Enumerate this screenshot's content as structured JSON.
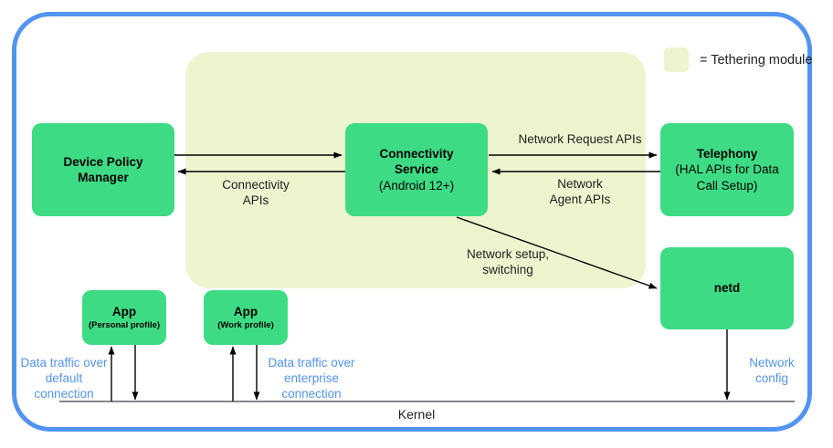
{
  "diagram": {
    "legend": {
      "swatch_color": "#ECF5CE",
      "label": "= Tethering module"
    },
    "colors": {
      "frame_blue": "#5294F0",
      "node_green": "#3DDC84",
      "tethering_region": "#ECF5CE",
      "text_black": "#202124",
      "label_blue": "#5294F0"
    },
    "nodes": {
      "device_policy_manager": {
        "title": "Device Policy",
        "title2": "Manager",
        "subtitle": ""
      },
      "connectivity_service": {
        "title": "Connectivity",
        "title2": "Service",
        "subtitle": "(Android 12+)"
      },
      "telephony": {
        "title": "Telephony",
        "subtitle": "(HAL APIs for Data",
        "subtitle2": "Call Setup)"
      },
      "netd": {
        "title": "netd",
        "subtitle": ""
      },
      "app_personal": {
        "title": "App",
        "subtitle": "(Personal profile)"
      },
      "app_work": {
        "title": "App",
        "subtitle": "(Work profile)"
      }
    },
    "edges": {
      "connectivity_apis": "Connectivity\nAPIs",
      "network_request_apis": "Network Request APIs",
      "network_agent_apis": "Network\nAgent APIs",
      "network_setup_switching": "Network setup,\nswitching",
      "data_traffic_default": "Data traffic over\ndefault connection",
      "data_traffic_enterprise": "Data traffic over\nenterprise connection",
      "network_config": "Network\nconfig"
    },
    "kernel": {
      "label": "Kernel"
    }
  }
}
